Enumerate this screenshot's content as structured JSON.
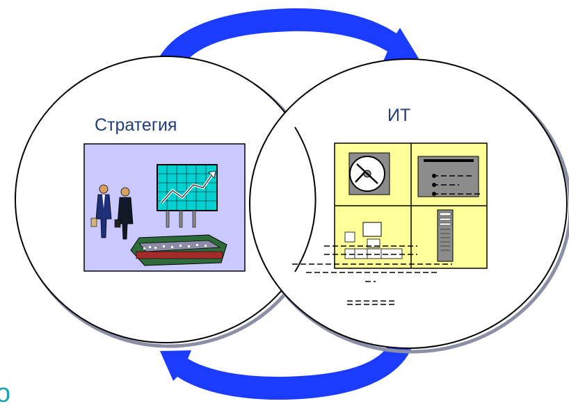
{
  "diagram": {
    "left_circle": {
      "label": "Стратегия"
    },
    "right_circle": {
      "label": "ИТ"
    },
    "corner_glyph": "о"
  },
  "colors": {
    "arrow_blue": "#1b3bff",
    "circle_stroke": "#000000",
    "circle_shadow": "#8a8fa6",
    "label_text": "#1f3d7a",
    "strategy_panel_bg": "#c9c9ff",
    "it_panel_bg": "#ffff99",
    "chart_screen": "#00d2d2",
    "corner_glyph": "#19a3b0"
  },
  "icons": [
    "upper-cycle-arrow-icon",
    "lower-cycle-arrow-icon",
    "business-people-icon",
    "growth-chart-billboard-icon",
    "factory-icon",
    "cd-disc-icon",
    "document-list-icon",
    "network-computers-icon",
    "server-tower-icon"
  ]
}
